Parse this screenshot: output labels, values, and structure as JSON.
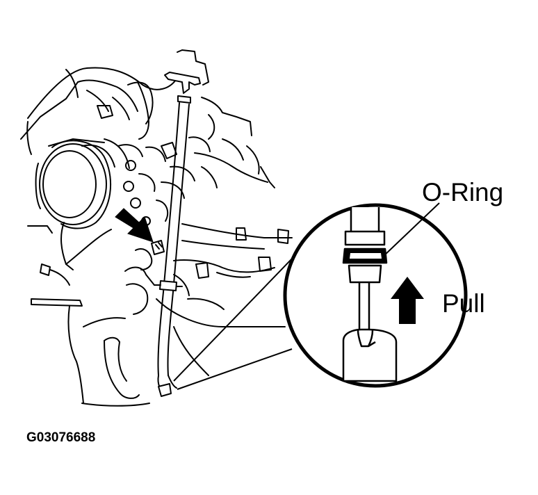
{
  "labels": {
    "oring": "O-Ring",
    "pull": "Pull",
    "figure_id": "G03076688"
  },
  "colors": {
    "ink": "#000000",
    "paper": "#ffffff"
  },
  "icons": {
    "direction_arrow": "pointer-arrow-icon",
    "pull_arrow": "up-arrow-icon"
  }
}
